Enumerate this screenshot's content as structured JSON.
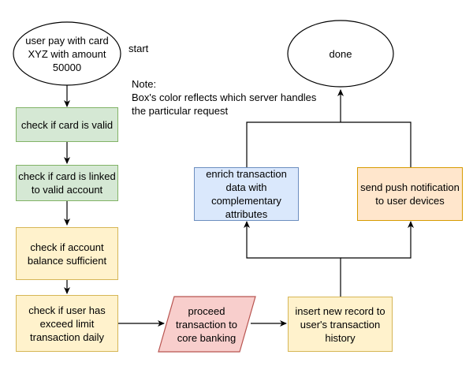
{
  "nodes": {
    "start_ellipse": "user pay with card\nXYZ with amount\n50000",
    "done_ellipse": "done",
    "check_valid": "check if card is valid",
    "check_linked": "check if card is linked\nto valid account",
    "check_balance": "check if account\nbalance sufficient",
    "check_limit": "check if user has\nexceed limit\ntransaction daily",
    "proceed": "proceed\ntransaction to\ncore banking",
    "insert_record": "insert new record to\nuser's transaction\nhistory",
    "enrich": "enrich transaction\ndata with\ncomplementary\nattributes",
    "push": "send push notification\nto user devices"
  },
  "labels": {
    "start": "start",
    "note": "Note:\nBox's color reflects which server handles\nthe particular request"
  },
  "colors": {
    "green_fill": "#d5e8d4",
    "green_stroke": "#82b366",
    "yellow_fill": "#fff2cc",
    "yellow_stroke": "#d6b656",
    "red_fill": "#f8cecc",
    "red_stroke": "#b85450",
    "blue_fill": "#dae8fc",
    "blue_stroke": "#6c8ebf",
    "orange_fill": "#ffe6cc",
    "orange_stroke": "#d79b00"
  }
}
